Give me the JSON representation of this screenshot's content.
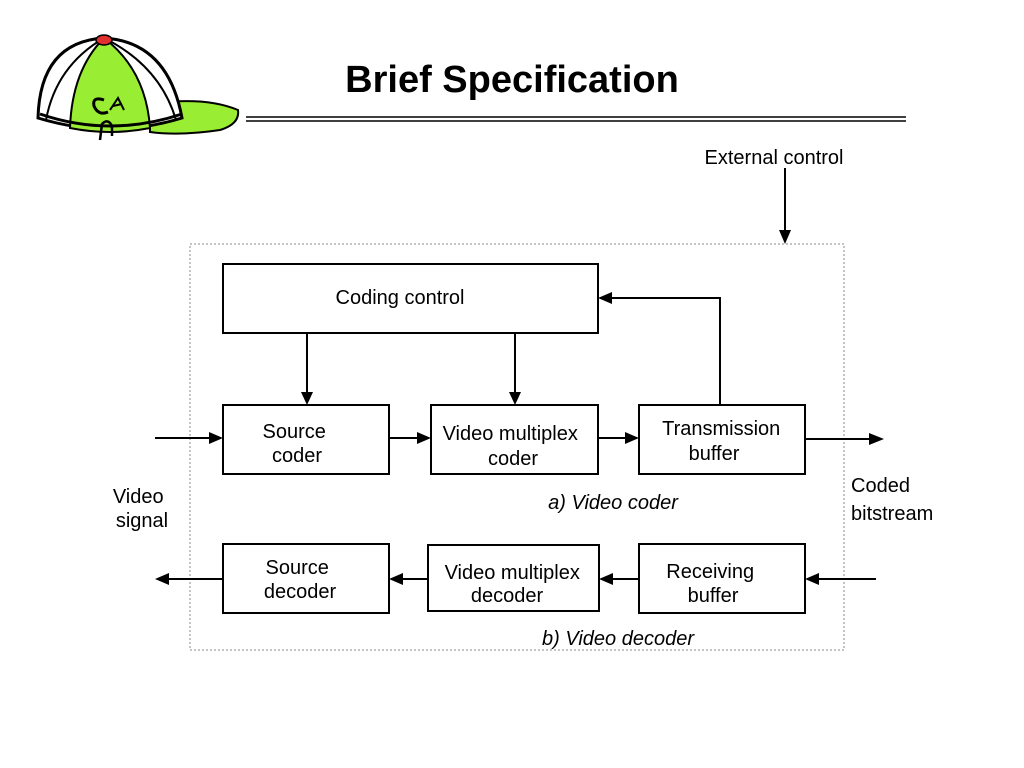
{
  "title": "Brief Specification",
  "logo": {
    "lettering": "CAn",
    "colors": {
      "fill": "#99ee33",
      "outline": "#000000",
      "button": "#e03030"
    }
  },
  "external_control": "External control",
  "input_label": [
    "Video",
    "signal"
  ],
  "output_label": [
    "Coded",
    "bitstream"
  ],
  "coder": {
    "caption": "a) Video coder",
    "coding_control": "Coding control",
    "source_coder": [
      "Source",
      "coder"
    ],
    "video_multiplex_coder": [
      "Video multiplex",
      "coder"
    ],
    "transmission_buffer": [
      "Transmission",
      "buffer"
    ]
  },
  "decoder": {
    "caption": "b) Video decoder",
    "source_decoder": [
      "Source",
      "decoder"
    ],
    "video_multiplex_decoder": [
      "Video multiplex",
      "decoder"
    ],
    "receiving_buffer": [
      "Receiving",
      "buffer"
    ]
  }
}
